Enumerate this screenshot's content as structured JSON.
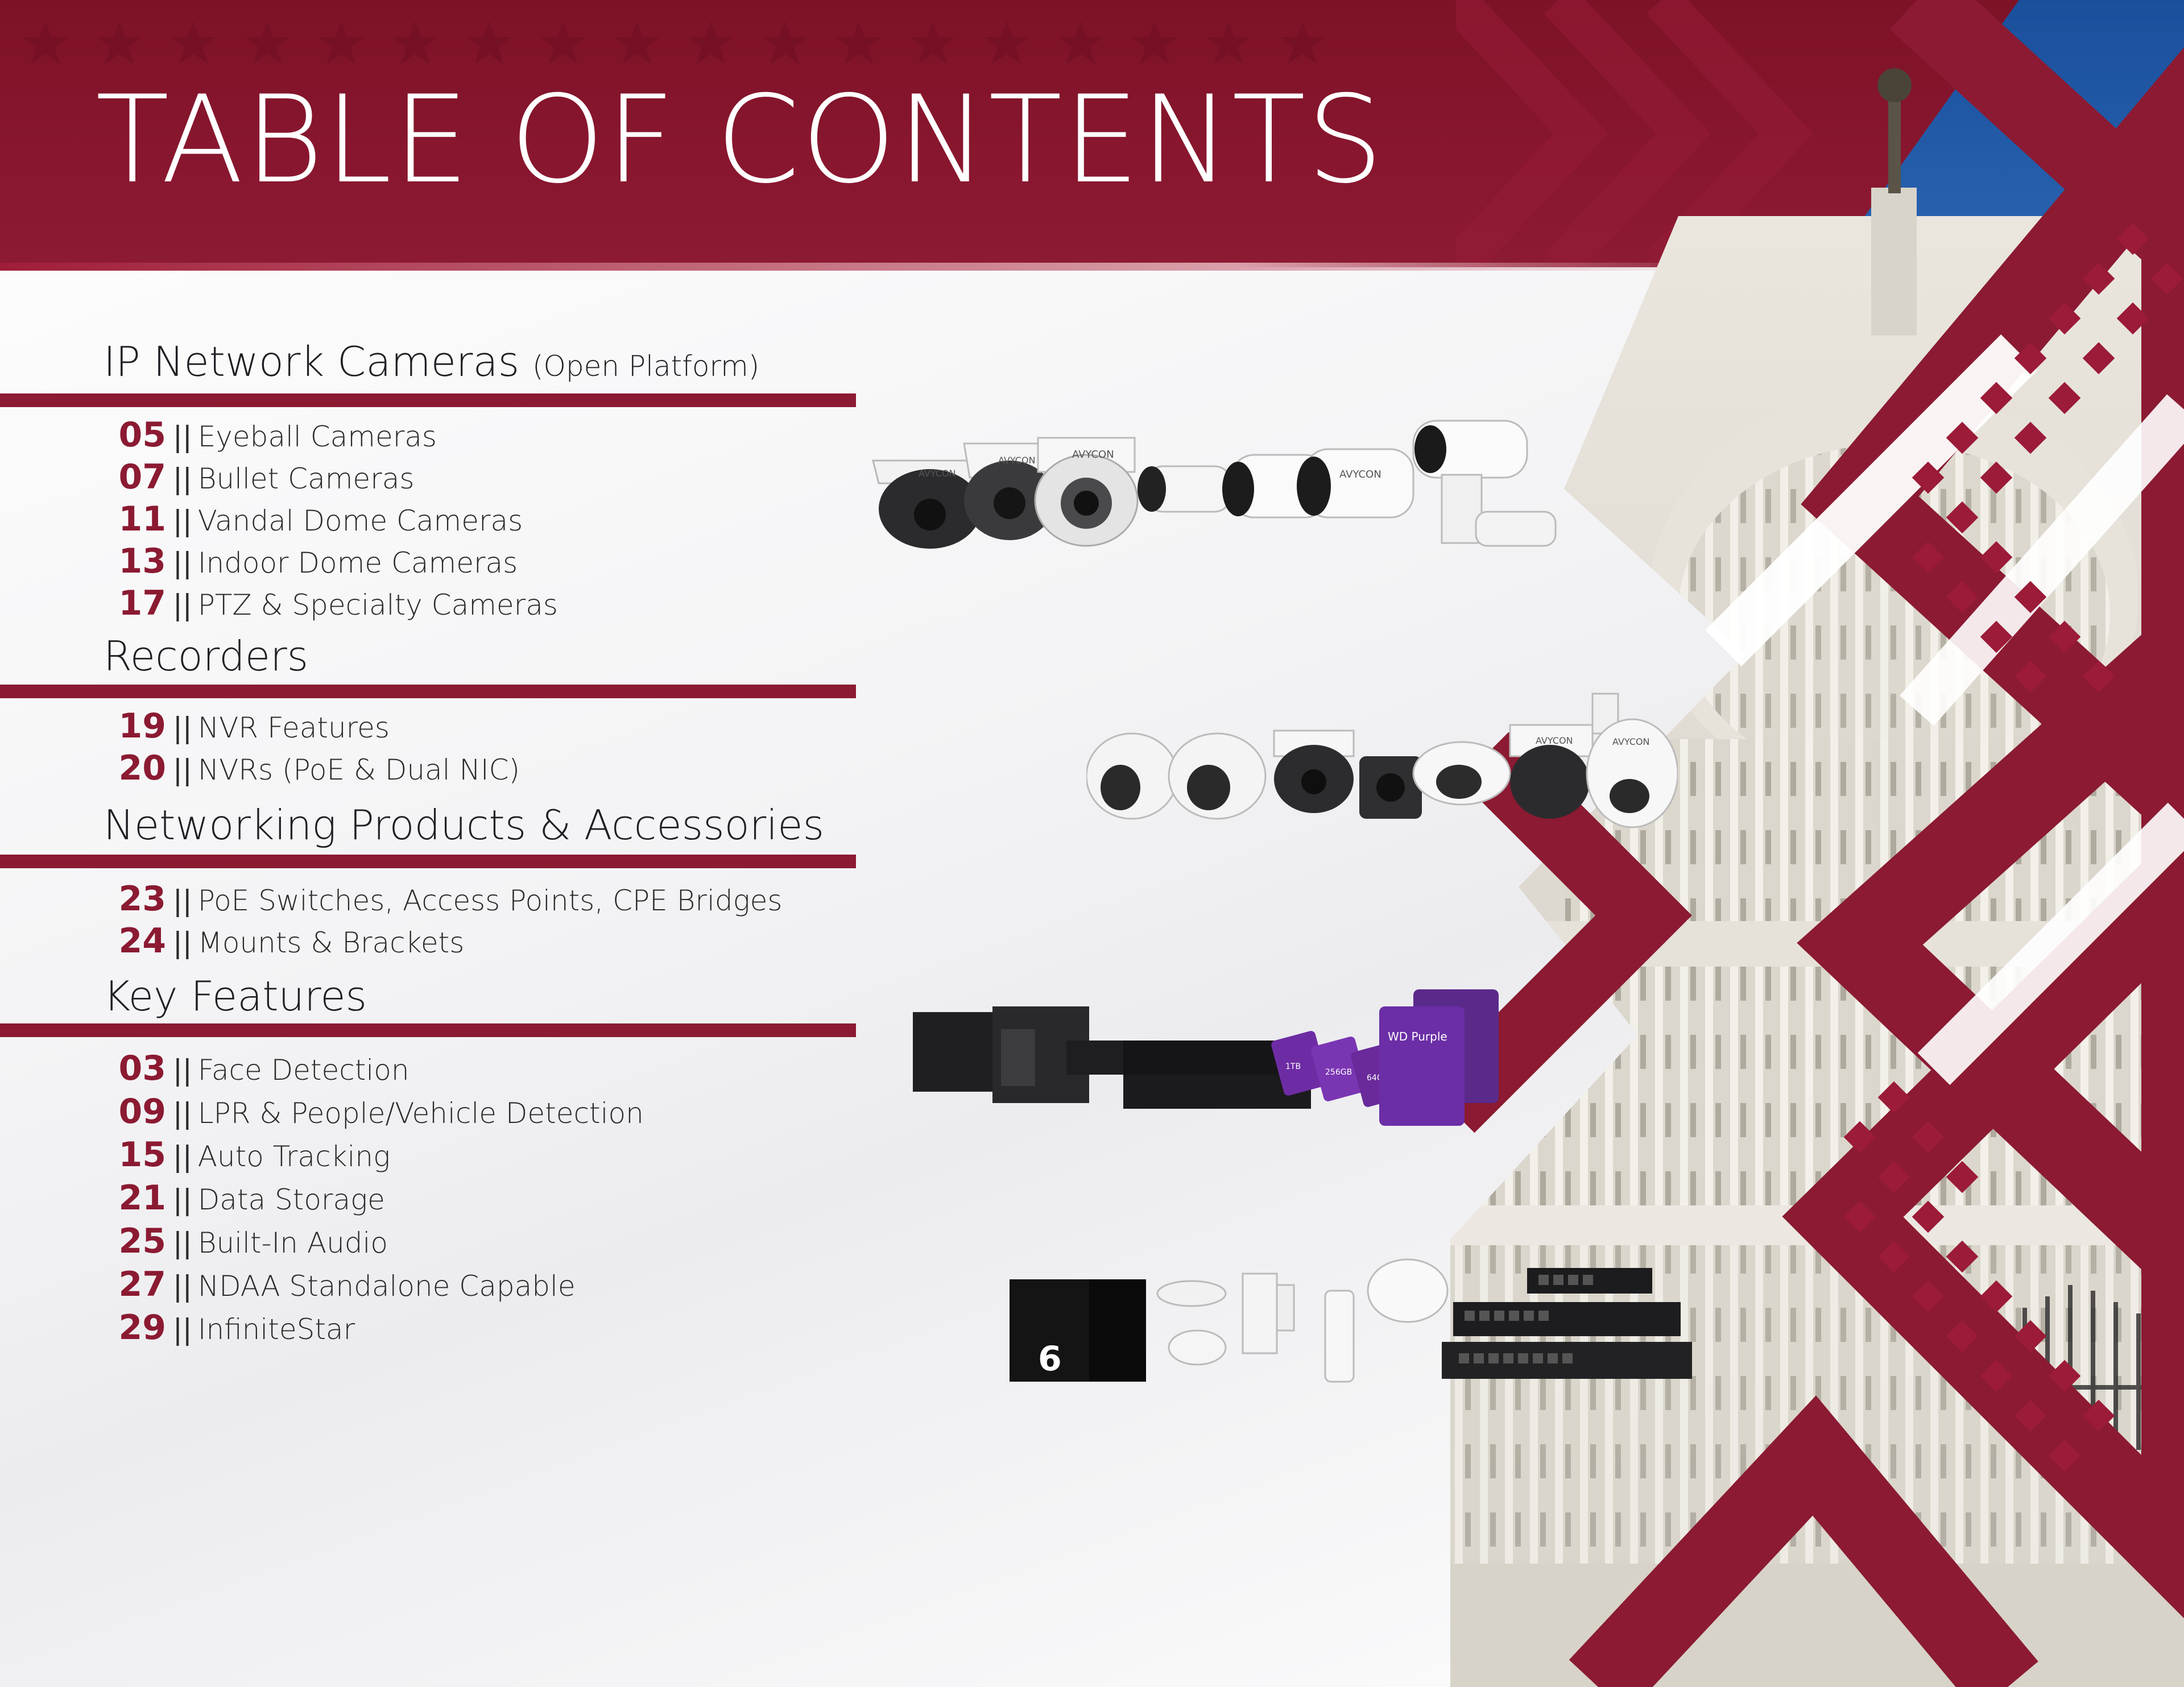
{
  "page": {
    "title": "TABLE OF CONTENTS"
  },
  "brand": {
    "camera_logo": "AVYCON",
    "drive_logo": "WD Purple",
    "memory_card_sizes": [
      "256GB",
      "64GB",
      "1TB"
    ],
    "kit_number": "6"
  },
  "colors": {
    "maroon": "#8b1a32",
    "header": "#7d1226",
    "blue": "#1f5fb0",
    "text": "#2a2a2a"
  },
  "sections": [
    {
      "heading": "IP Network Cameras",
      "subheading": "(Open Platform)",
      "items": [
        {
          "page": "05",
          "sep": "||",
          "label": "Eyeball Cameras"
        },
        {
          "page": "07",
          "sep": "||",
          "label": "Bullet Cameras"
        },
        {
          "page": "11",
          "sep": "||",
          "label": "Vandal Dome Cameras"
        },
        {
          "page": "13",
          "sep": "||",
          "label": "Indoor Dome Cameras"
        },
        {
          "page": "17",
          "sep": "||",
          "label": "PTZ & Specialty Cameras"
        }
      ]
    },
    {
      "heading": "Recorders",
      "items": [
        {
          "page": "19",
          "sep": "||",
          "label": "NVR Features"
        },
        {
          "page": "20",
          "sep": "||",
          "label": "NVRs (PoE & Dual NIC)"
        }
      ]
    },
    {
      "heading": "Networking Products & Accessories",
      "items": [
        {
          "page": "23",
          "sep": "||",
          "label": "PoE Switches, Access Points, CPE Bridges"
        },
        {
          "page": "24",
          "sep": "||",
          "label": "Mounts & Brackets"
        }
      ]
    },
    {
      "heading": "Key Features",
      "items": [
        {
          "page": "03",
          "sep": "||",
          "label": "Face Detection"
        },
        {
          "page": "09",
          "sep": "||",
          "label": "LPR & People/Vehicle Detection"
        },
        {
          "page": "15",
          "sep": "||",
          "label": "Auto Tracking"
        },
        {
          "page": "21",
          "sep": "||",
          "label": "Data Storage"
        },
        {
          "page": "25",
          "sep": "||",
          "label": "Built-In Audio"
        },
        {
          "page": "27",
          "sep": "||",
          "label": "NDAA Standalone Capable"
        },
        {
          "page": "29",
          "sep": "||",
          "label": "InfiniteStar"
        }
      ]
    }
  ]
}
